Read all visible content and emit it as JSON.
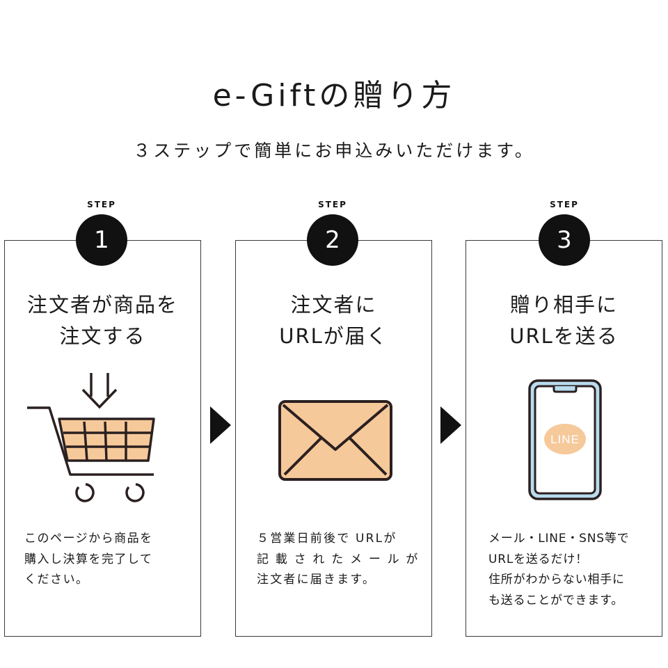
{
  "title": "e-Giftの贈り方",
  "subtitle": "３ステップで簡単にお申込みいただけます。",
  "colors": {
    "accent_fill": "#f6c99a",
    "phone_frame": "#b9dcef",
    "dark": "#111111"
  },
  "steps": [
    {
      "step_label": "STEP",
      "number": "1",
      "heading_line1": "注文者が商品を",
      "heading_line2": "注文する",
      "icon": "shopping-cart-icon",
      "desc_line1": "このページから商品を",
      "desc_line2": "購入し決算を完了して",
      "desc_line3": "ください。"
    },
    {
      "step_label": "STEP",
      "number": "2",
      "heading_line1": "注文者に",
      "heading_line2": "URLが届く",
      "icon": "envelope-icon",
      "desc_line1": "５営業日前後で URLが",
      "desc_line2": "記 載 さ れ た メ ー ル が",
      "desc_line3": "注文者に届きます。"
    },
    {
      "step_label": "STEP",
      "number": "3",
      "heading_line1": "贈り相手に",
      "heading_line2": "URLを送る",
      "icon": "smartphone-icon",
      "phone_badge": "LINE",
      "desc_line1": "メール・LINE・SNS等で",
      "desc_line2": "URLを送るだけ！",
      "desc_line3": "住所がわからない相手に",
      "desc_line4": "も送ることができます。"
    }
  ]
}
